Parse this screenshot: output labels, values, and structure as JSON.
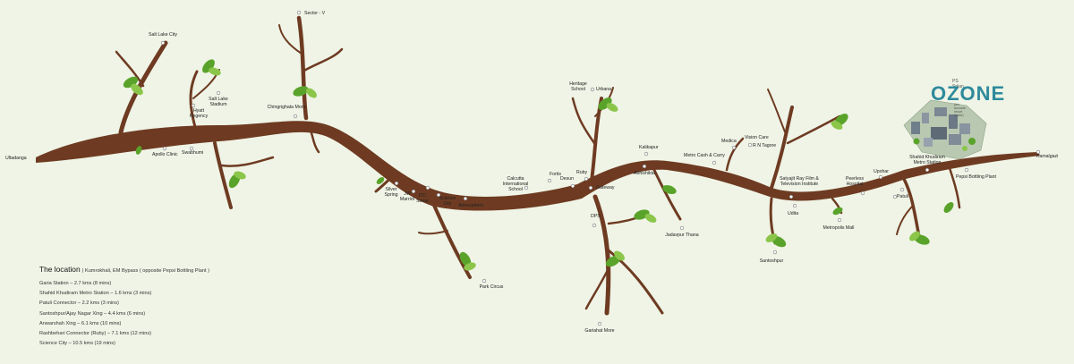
{
  "colors": {
    "background": "#eff4e6",
    "branch": "#6e3b22",
    "branch_dark": "#4f2a18",
    "leaf": "#5aa32b",
    "leaf_light": "#8bc64a",
    "logo": "#2e8a9c"
  },
  "places": [
    "Salt Lake City",
    "Sector - V",
    "Hyatt Regency",
    "Salt Lake Stadium",
    "Chingrighata More",
    "Ultadanga",
    "Apollo Clinic",
    "Swabhumi",
    "Silver Spring",
    "JW Marriot",
    "ITC Sonar",
    "Science City",
    "Atmosphere",
    "Park Circus",
    "Calcutta International School",
    "Fortis",
    "Desun",
    "Ruby",
    "Gateway",
    "Heritage School",
    "Urbana",
    "DPS",
    "Gariahat More",
    "Kalikapur",
    "Abhishikta",
    "Jadavpur Thana",
    "Metro Cash & Carry",
    "Medica",
    "Vision Care",
    "R N Tagore",
    "Satyajit Ray Film & Television Institute",
    "Udita",
    "Santoshpur",
    "Metropolis Mall",
    "Peerless Hospital",
    "Patuli",
    "Upohar",
    "Shahid Khudiram Metro Station",
    "Pepsi Bottling Plant",
    "Kamalgazi"
  ],
  "logo": {
    "brand": "PS Srijan",
    "word": "OZONE",
    "tagline": "(the acoustic resort inside)"
  },
  "legend": {
    "title": "The location",
    "subtitle": "| Kumrokhali, EM Bypass ( opposite Pepsi Bottling Plant )",
    "items": [
      "Garia Station – 2.7 kms (8 mins)",
      "Shahid Khudiram Metro Station – 1.6 kms (3 mins)",
      "Patuli Connector – 2.2 kms (3 mins)",
      "Santoshpur/Ajay Nagar Xing – 4.4 kms (6 mins)",
      "Anwarshah Xing – 6.1 kms (10 mins)",
      "Rashbehari Connector (Ruby) – 7.1 kms (12 mins)",
      "Science City – 10.5 kms (19 mins)"
    ]
  }
}
